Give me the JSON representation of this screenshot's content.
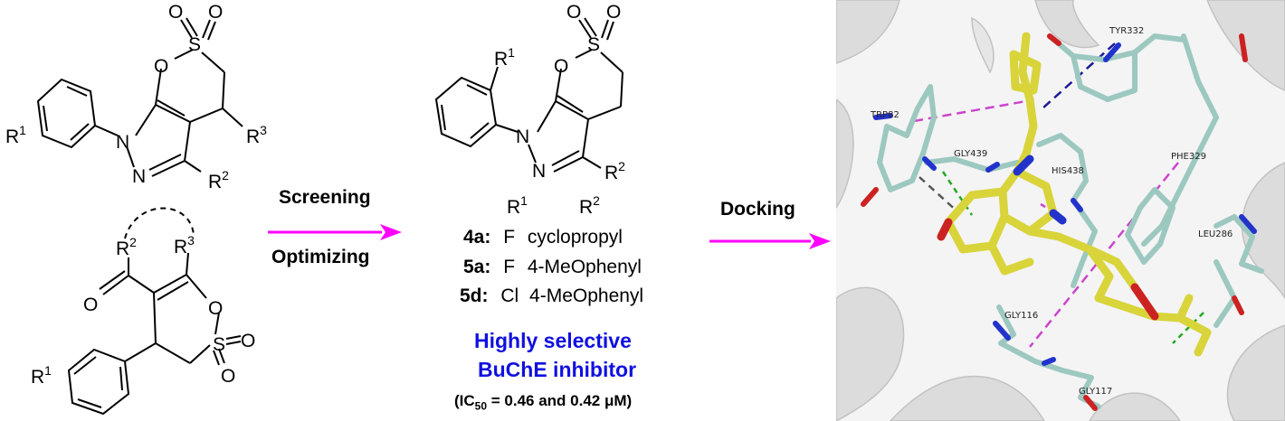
{
  "scaffold_top": {
    "atoms": {
      "S": "S",
      "O1": "O",
      "O2": "O",
      "O_ring": "O",
      "N1": "N",
      "N2": "N",
      "R1": "R",
      "R1_sup": "1",
      "R2": "R",
      "R2_sup": "2",
      "R3": "R",
      "R3_sup": "3"
    }
  },
  "scaffold_bottom": {
    "atoms": {
      "S": "S",
      "O1": "O",
      "O2": "O",
      "O_ring": "O",
      "O_carbonyl": "O",
      "R1": "R",
      "R1_sup": "1",
      "R2": "R",
      "R2_sup": "2",
      "R3": "R",
      "R3_sup": "3"
    }
  },
  "arrow1": {
    "label_top": "Screening",
    "label_bottom": "Optimizing",
    "color": "#ff00ff"
  },
  "arrow2": {
    "label": "Docking",
    "color": "#ff00ff"
  },
  "product": {
    "atoms": {
      "S": "S",
      "O1": "O",
      "O2": "O",
      "O_ring": "O",
      "N1": "N",
      "N2": "N",
      "R1": "R",
      "R1_sup": "1",
      "R2": "R",
      "R2_sup": "2"
    },
    "header": {
      "r1": "R",
      "r1_sup": "1",
      "r2": "R",
      "r2_sup": "2"
    },
    "compounds": [
      {
        "id": "4a:",
        "r1": "F",
        "r2": "cyclopropyl"
      },
      {
        "id": "5a:",
        "r1": "F",
        "r2": "4-MeOphenyl"
      },
      {
        "id": "5d:",
        "r1": "Cl",
        "r2": "4-MeOphenyl"
      }
    ],
    "note_line1": "Highly selective",
    "note_line2": "BuChE inhibitor",
    "ic50_prefix": "(IC",
    "ic50_sub": "50",
    "ic50_rest": " = 0.46 and 0.42 μM)",
    "note_color": "#1010e0"
  },
  "docking": {
    "residues": [
      "TYR332",
      "TRP82",
      "GLY439",
      "HIS438",
      "PHE329",
      "LEU286",
      "GLY116",
      "GLY117"
    ],
    "ligand_color": "#d8d43a",
    "residue_color": "#9cc8c0",
    "hbond_color": "#22aa22",
    "pi_color": "#cc44cc",
    "cation_pi_color": "#1a1a99"
  }
}
